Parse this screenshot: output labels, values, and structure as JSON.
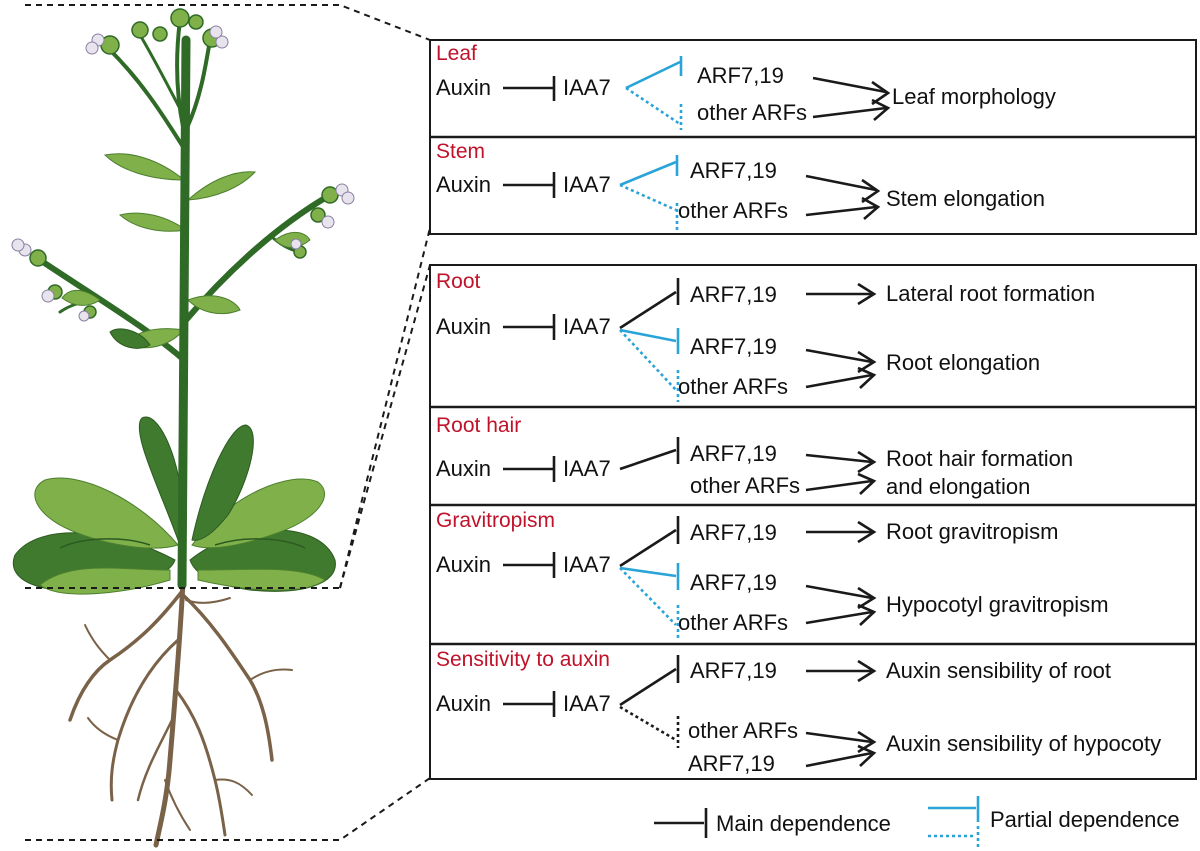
{
  "colors": {
    "title": "#c0122a",
    "main": "#1a1a1a",
    "partial": "#2aa4d8",
    "leaf_dark": "#3f7a2e",
    "leaf_light": "#7fb04a",
    "stem": "#2f6a26",
    "root": "#7a6248",
    "flower": "#e8e4ee"
  },
  "icons": {
    "plant": "arabidopsis-plant-illustration",
    "arrow": "arrow-head",
    "tbar": "inhibition-bar"
  },
  "panels": {
    "leaf": {
      "title": "Leaf",
      "auxin": "Auxin",
      "iaa": "IAA7",
      "arf_main": "ARF7,19",
      "arf_other": "other ARFs",
      "outcome": "Leaf morphology"
    },
    "stem": {
      "title": "Stem",
      "auxin": "Auxin",
      "iaa": "IAA7",
      "arf_main": "ARF7,19",
      "arf_other": "other ARFs",
      "outcome": "Stem elongation"
    },
    "root": {
      "title": "Root",
      "auxin": "Auxin",
      "iaa": "IAA7",
      "arf_top": "ARF7,19",
      "outcome_top": "Lateral root formation",
      "arf_main": "ARF7,19",
      "arf_other": "other ARFs",
      "outcome": "Root elongation"
    },
    "root_hair": {
      "title": "Root hair",
      "auxin": "Auxin",
      "iaa": "IAA7",
      "arf_main": "ARF7,19",
      "arf_other": "other ARFs",
      "outcome_line1": "Root hair formation",
      "outcome_line2": "and  elongation"
    },
    "gravitropism": {
      "title": "Gravitropism",
      "auxin": "Auxin",
      "iaa": "IAA7",
      "arf_top": "ARF7,19",
      "outcome_top": "Root gravitropism",
      "arf_main": "ARF7,19",
      "arf_other": "other ARFs",
      "outcome": "Hypocotyl gravitropism"
    },
    "sensitivity": {
      "title": "Sensitivity to auxin",
      "auxin": "Auxin",
      "iaa": "IAA7",
      "arf_top": "ARF7,19",
      "outcome_top": "Auxin sensibility of root",
      "arf_other": "other ARFs",
      "arf_bottom": "ARF7,19",
      "outcome": "Auxin sensibility of hypocoty"
    }
  },
  "legend": {
    "main": "Main dependence",
    "partial": "Partial dependence"
  }
}
